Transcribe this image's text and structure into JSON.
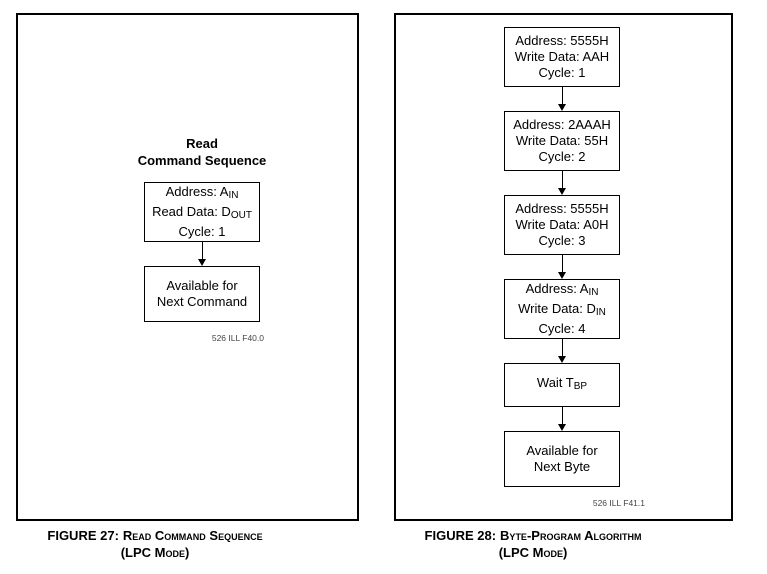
{
  "colors": {
    "background": "#ffffff",
    "line": "#000000",
    "text": "#000000",
    "credit_text": "#444444"
  },
  "figures": [
    {
      "id": "figure-27",
      "panel_title_lines": [
        "Read",
        "Command Sequence"
      ],
      "boxes": [
        {
          "lines": [
            [
              {
                "t": "Address: A"
              },
              {
                "t": "IN",
                "sub": true
              }
            ],
            [
              {
                "t": "Read Data: D"
              },
              {
                "t": "OUT",
                "sub": true
              }
            ],
            [
              {
                "t": "Cycle: 1"
              }
            ]
          ]
        },
        {
          "lines": [
            [
              {
                "t": "Available for"
              }
            ],
            [
              {
                "t": "Next Command"
              }
            ]
          ]
        }
      ],
      "credit": "526 ILL F40.0",
      "caption": {
        "prefix": "FIGURE 27:",
        "title": "Read Command Sequence",
        "line2": "(LPC Mode)"
      }
    },
    {
      "id": "figure-28",
      "panel_title_lines": [],
      "boxes": [
        {
          "lines": [
            [
              {
                "t": "Address: 5555H"
              }
            ],
            [
              {
                "t": "Write Data: AAH"
              }
            ],
            [
              {
                "t": "Cycle: 1"
              }
            ]
          ]
        },
        {
          "lines": [
            [
              {
                "t": "Address: 2AAAH"
              }
            ],
            [
              {
                "t": "Write Data: 55H"
              }
            ],
            [
              {
                "t": "Cycle: 2"
              }
            ]
          ]
        },
        {
          "lines": [
            [
              {
                "t": "Address: 5555H"
              }
            ],
            [
              {
                "t": "Write Data: A0H"
              }
            ],
            [
              {
                "t": "Cycle: 3"
              }
            ]
          ]
        },
        {
          "lines": [
            [
              {
                "t": "Address: A"
              },
              {
                "t": "IN",
                "sub": true
              }
            ],
            [
              {
                "t": "Write Data: D"
              },
              {
                "t": "IN",
                "sub": true
              }
            ],
            [
              {
                "t": "Cycle: 4"
              }
            ]
          ]
        },
        {
          "lines": [
            [
              {
                "t": "Wait T"
              },
              {
                "t": "BP",
                "sub": true
              }
            ]
          ]
        },
        {
          "lines": [
            [
              {
                "t": "Available for"
              }
            ],
            [
              {
                "t": "Next Byte"
              }
            ]
          ]
        }
      ],
      "credit": "526 ILL F41.1",
      "caption": {
        "prefix": "FIGURE 28:",
        "title": "Byte-Program Algorithm",
        "line2": "(LPC Mode)"
      }
    }
  ]
}
